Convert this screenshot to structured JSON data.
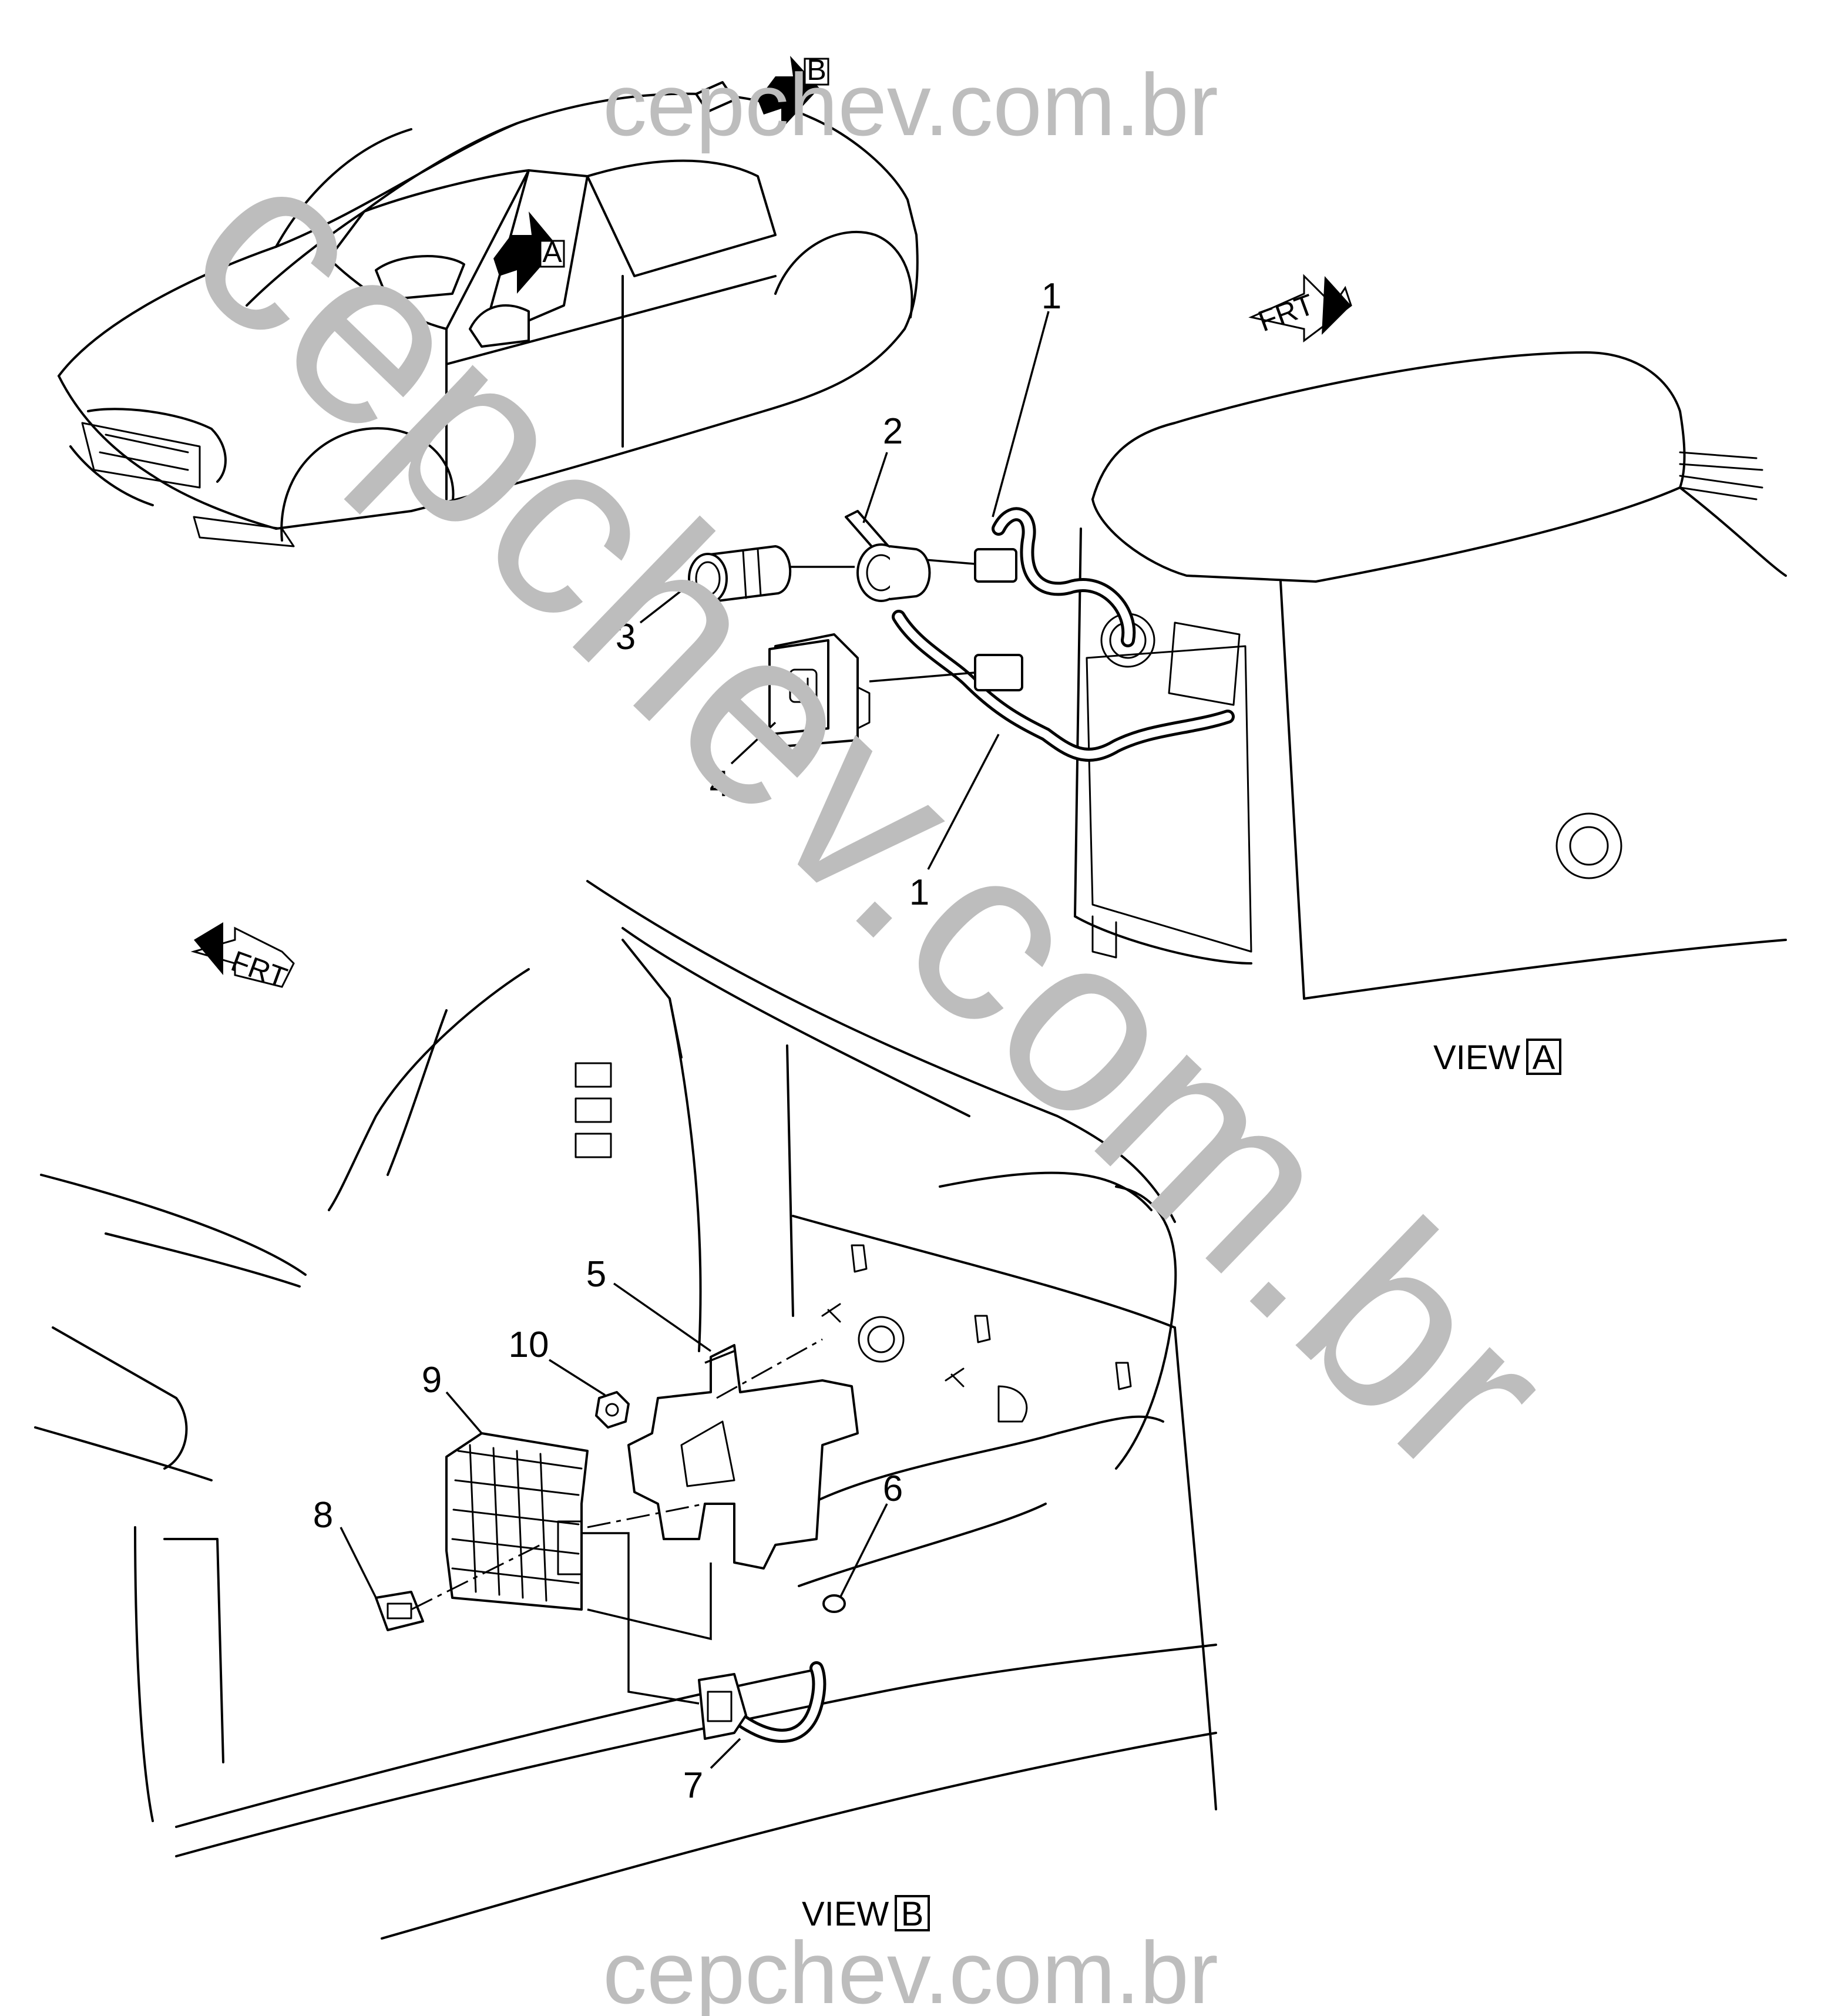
{
  "callouts": [
    "1",
    "2",
    "3",
    "4",
    "5",
    "6",
    "7",
    "8",
    "9",
    "10"
  ],
  "views": {
    "a": {
      "word": "VIEW",
      "letter": "A"
    },
    "b": {
      "word": "VIEW",
      "letter": "B"
    }
  },
  "view_arrows": {
    "a": "A",
    "b": "B"
  },
  "front_indicator": "FRT",
  "watermark": {
    "top": "cepchev.com.br",
    "diagonal": "cepchev.com.br",
    "bottom": "cepchev.com.br"
  },
  "colors": {
    "line": "#000000",
    "watermark": "#bdbdbd",
    "background": "#ffffff"
  }
}
